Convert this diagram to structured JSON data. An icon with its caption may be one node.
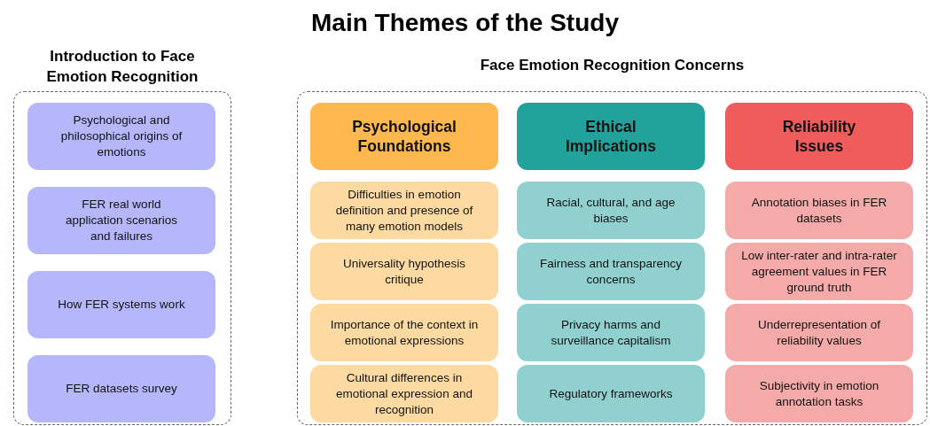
{
  "diagram": {
    "title": "Main Themes of the Study",
    "nodes": [
      {
        "text": [
          "Introduction to Face Emotion Recognition"
        ]
      },
      {
        "text": [
          "Psychological and philosophical origins of emotions"
        ],
        "in": 0
      },
      {
        "text": [
          "FER real world application scenarios and failures"
        ],
        "in": 0
      },
      {
        "text": [
          "How FER systems work"
        ],
        "in": 0
      },
      {
        "text": [
          "FER datasets survey"
        ],
        "in": 0
      },
      {
        "text": [
          "Face Emotion Recognition Concerns"
        ]
      },
      {
        "text": [
          "Psychological Foundations"
        ],
        "in": 5
      },
      {
        "text": [
          "Difficulties in emotion definition and presence of many  emotion models"
        ],
        "in": 5
      },
      {
        "text": [
          "Universality hypothesis critique"
        ],
        "in": 5
      },
      {
        "text": [
          "Importance of the context in emotional expressions"
        ],
        "in": 5
      },
      {
        "text": [
          "Cultural differences in emotional expression and recognition"
        ],
        "in": 5
      },
      {
        "text": [
          "Ethical Implications"
        ],
        "in": 5
      },
      {
        "text": [
          "Racial, cultural, and age biases"
        ],
        "in": 5
      },
      {
        "text": [
          "Fairness and transparency concerns"
        ],
        "in": 5
      },
      {
        "text": [
          "Privacy harms and surveillance capitalism"
        ],
        "in": 5
      },
      {
        "text": [
          "Regulatory frameworks"
        ],
        "in": 5
      },
      {
        "text": [
          "Reliability Issues"
        ],
        "in": 5
      },
      {
        "text": [
          "Annotation biases in FER datasets"
        ],
        "in": 5
      },
      {
        "text": [
          "Low inter-rater and intra-rater agreement values in FER ground truth"
        ],
        "in": 5
      },
      {
        "text": [
          "Underrepresentation of reliability values"
        ],
        "in": 5
      },
      {
        "text": [
          "Subjectivity in emotion annotation tasks"
        ],
        "in": 5
      }
    ],
    "edges": []
  }
}
